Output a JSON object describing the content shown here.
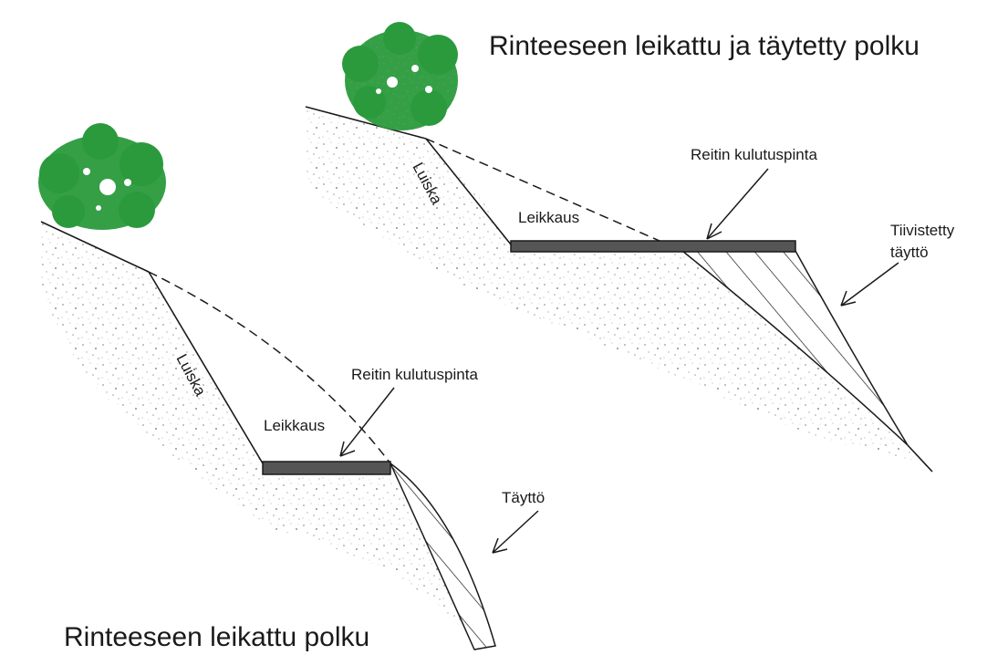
{
  "diagram_top": {
    "title": "Rinteeseen leikattu ja täytetty polku",
    "label_slope": "Luiska",
    "label_cut": "Leikkaus",
    "label_surface": "Reitin kulutuspinta",
    "label_fill_line1": "Tiivistetty",
    "label_fill_line2": "täyttö"
  },
  "diagram_bottom": {
    "title": "Rinteeseen leikattu polku",
    "label_slope": "Luiska",
    "label_cut": "Leikkaus",
    "label_surface": "Reitin kulutuspinta",
    "label_fill": "Täyttö"
  },
  "colors": {
    "foliage": "#2a9a3c",
    "surface": "#555555",
    "ink": "#1a1a1a",
    "soil_speckle": "#9a9a9a"
  }
}
